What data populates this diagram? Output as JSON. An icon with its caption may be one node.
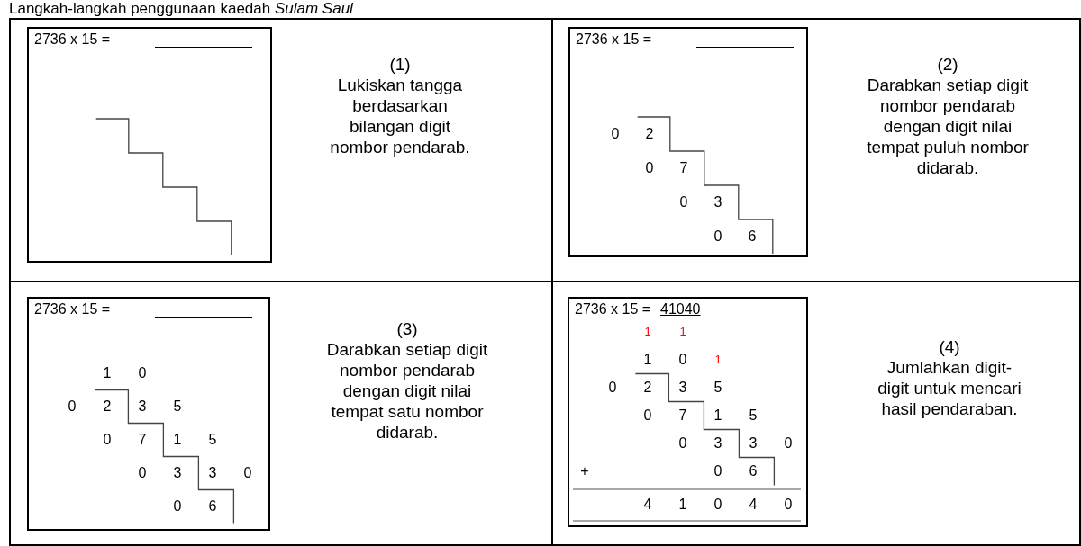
{
  "diagram": {
    "title": "Langkah-langkah penggunaan kaedah *Sulam Saul*",
    "nodes": [
      {
        "text": [
          "(1)",
          "Lukiskan tangga berdasarkan bilangan digit nombor pendarab."
        ]
      },
      {
        "text": [
          "2736 x 15 ="
        ],
        "in": 0
      },
      {
        "text": [
          "(2)",
          "Darabkan setiap digit nombor pendarab dengan digit nilai tempat puluh nombor didarab."
        ]
      },
      {
        "text": [
          "2736 x 15 ="
        ],
        "in": 2
      },
      {
        "text": [
          "(3)",
          "Darabkan setiap digit nombor pendarab dengan digit nilai tempat satu nombor didarab."
        ]
      },
      {
        "text": [
          "2736 x 15 ="
        ],
        "in": 4
      },
      {
        "text": [
          "(4)",
          "Jumlahkan digit-digit untuk mencari hasil pendaraban."
        ]
      },
      {
        "text": [
          "2736 x 15 =",
          "41040"
        ],
        "in": 6
      }
    ],
    "labels": [
      "0",
      "2",
      "0",
      "7",
      "0",
      "3",
      "0",
      "6",
      "1",
      "0",
      "0",
      "2",
      "3",
      "5",
      "0",
      "7",
      "1",
      "5",
      "0",
      "3",
      "3",
      "0",
      "0",
      "6",
      "1",
      "1",
      "1",
      "0",
      "1",
      "0",
      "2",
      "3",
      "5",
      "0",
      "7",
      "1",
      "5",
      "0",
      "3",
      "3",
      "0",
      "+",
      "0",
      "6",
      "4",
      "1",
      "0",
      "4",
      "0"
    ]
  }
}
